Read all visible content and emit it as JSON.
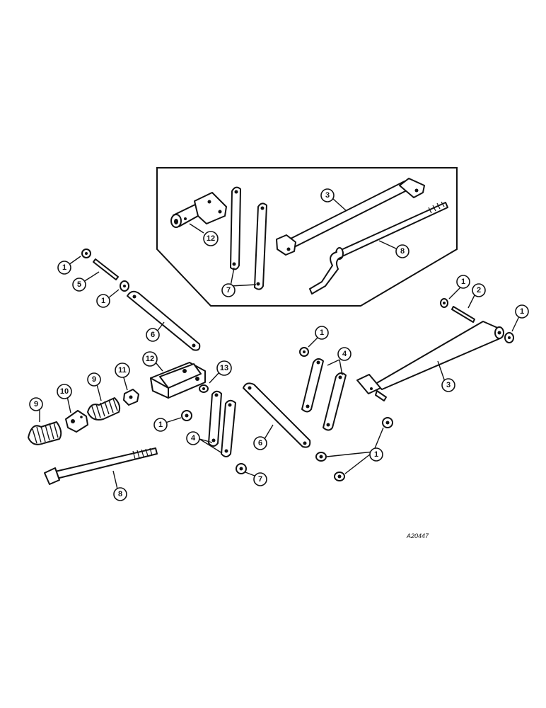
{
  "figure": {
    "id_label": "A20447"
  },
  "callouts": {
    "inset_12": "12",
    "inset_7": "7",
    "inset_3": "3",
    "inset_8": "8",
    "washer_1_a": "1",
    "pin_5": "5",
    "washer_1_b": "1",
    "link_6_left": "6",
    "washer_1_c": "1",
    "pin_2": "2",
    "washer_1_d": "1",
    "washer_1_e": "1",
    "plate_4_right": "4",
    "bar_3_right": "3",
    "clevis_12": "12",
    "bushing_13": "13",
    "spring_9_a": "9",
    "collar_10": "10",
    "spring_9_b": "9",
    "nut_11": "11",
    "washer_1_f": "1",
    "plate_4_center": "4",
    "washer_7": "7",
    "link_6_center": "6",
    "washers_1_group": "1",
    "bolt_8": "8"
  }
}
